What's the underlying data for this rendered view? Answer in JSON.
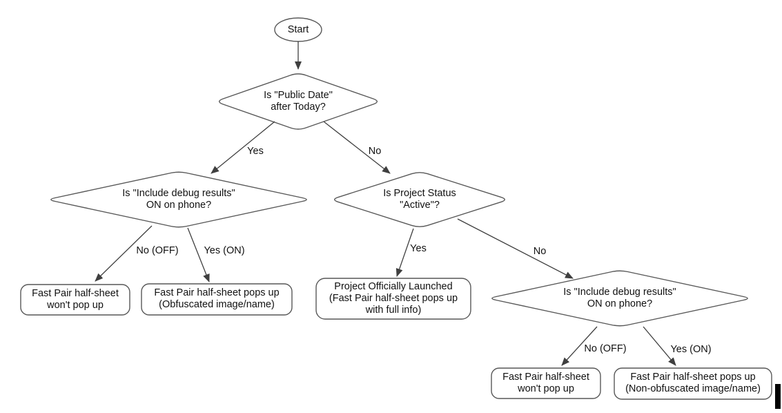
{
  "flowchart": {
    "nodes": {
      "start": {
        "label": "Start"
      },
      "decision_public_date": {
        "line1": "Is \"Public Date\"",
        "line2": "after Today?"
      },
      "decision_debug_left": {
        "line1": "Is \"Include debug results\"",
        "line2": "ON on phone?"
      },
      "decision_project_status": {
        "line1": "Is Project Status",
        "line2": "\"Active\"?"
      },
      "decision_debug_right": {
        "line1": "Is \"Include debug results\"",
        "line2": "ON on phone?"
      },
      "result_wont_popup_left": {
        "line1": "Fast Pair half-sheet",
        "line2": "won't pop up"
      },
      "result_obfuscated": {
        "line1": "Fast Pair half-sheet pops up",
        "line2": "(Obfuscated image/name)"
      },
      "result_launched": {
        "line1": "Project Officially Launched",
        "line2": "(Fast Pair half-sheet pops up",
        "line3": "with full info)"
      },
      "result_wont_popup_right": {
        "line1": "Fast Pair half-sheet",
        "line2": "won't pop up"
      },
      "result_non_obfuscated": {
        "line1": "Fast Pair half-sheet pops up",
        "line2": "(Non-obfuscated image/name)"
      }
    },
    "edge_labels": {
      "yes_left": "Yes",
      "no_right": "No",
      "no_off_left": "No (OFF)",
      "yes_on_left": "Yes (ON)",
      "yes_middle": "Yes",
      "no_middle": "No",
      "no_off_right": "No (OFF)",
      "yes_on_right": "Yes (ON)"
    },
    "colors": {
      "shape_stroke": "#575757",
      "arrow_stroke": "#3f3f3f",
      "text": "#111111",
      "background": "#ffffff",
      "cursor_bar": "#000000"
    }
  }
}
